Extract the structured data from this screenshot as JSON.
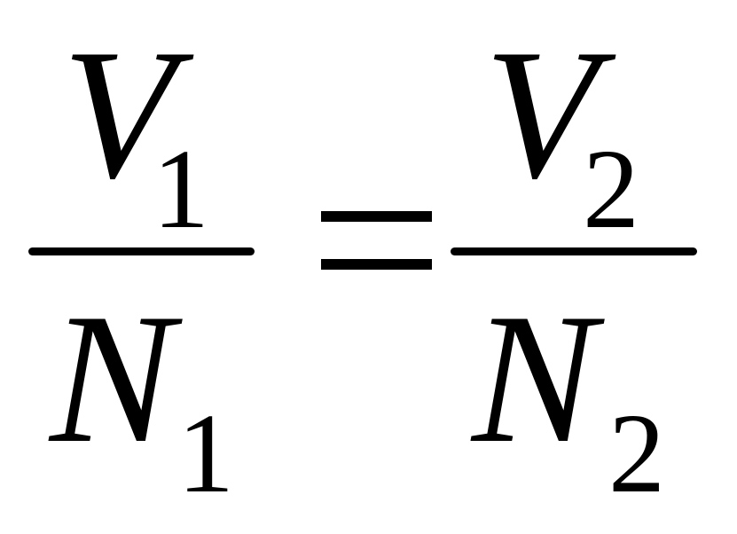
{
  "equation": {
    "left": {
      "numerator": {
        "symbol": "V",
        "subscript": "1"
      },
      "denominator": {
        "symbol": "N",
        "subscript": "1"
      }
    },
    "right": {
      "numerator": {
        "symbol": "V",
        "subscript": "2"
      },
      "denominator": {
        "symbol": "N",
        "subscript": "2"
      }
    }
  }
}
